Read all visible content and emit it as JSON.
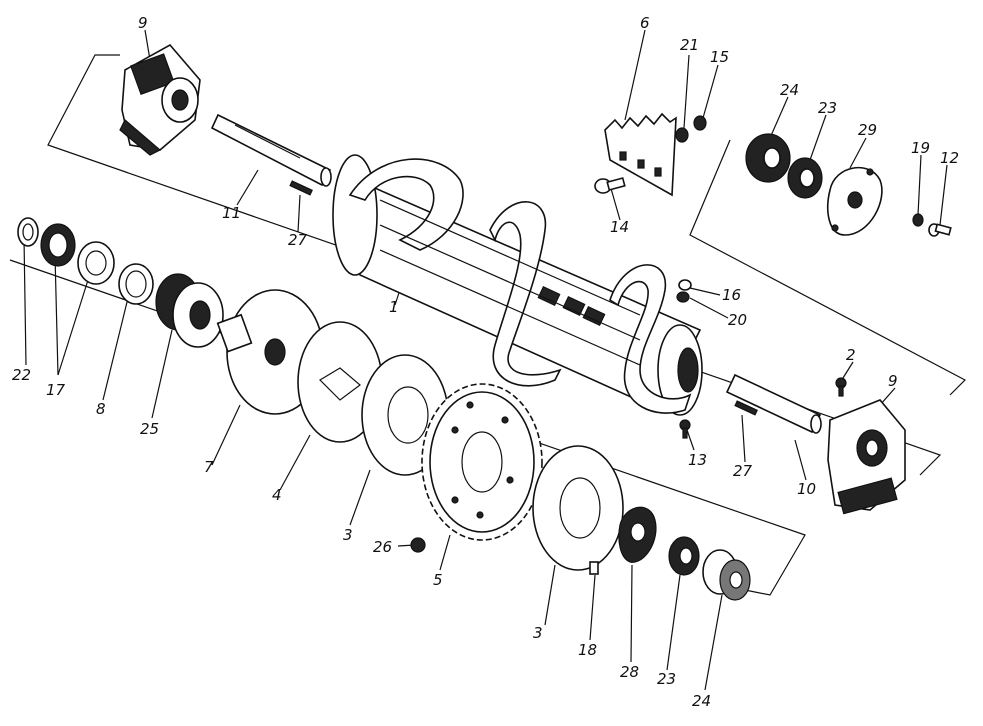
{
  "labels": {
    "l1": "1",
    "l2": "2",
    "l3a": "3",
    "l3b": "3",
    "l4": "4",
    "l5": "5",
    "l6": "6",
    "l7": "7",
    "l8": "8",
    "l9a": "9",
    "l9b": "9",
    "l10": "10",
    "l11": "11",
    "l12": "12",
    "l13": "13",
    "l14": "14",
    "l15": "15",
    "l16": "16",
    "l17": "17",
    "l18": "18",
    "l19": "19",
    "l20": "20",
    "l21": "21",
    "l22": "22",
    "l23a": "23",
    "l23b": "23",
    "l24a": "24",
    "l24b": "24",
    "l25": "25",
    "l26": "26",
    "l27a": "27",
    "l27b": "27",
    "l28": "28",
    "l29": "29"
  }
}
